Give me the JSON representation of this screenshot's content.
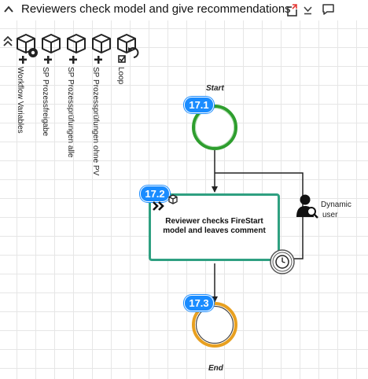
{
  "header": {
    "title": "Reviewers check model and give recommendations",
    "icons": [
      "chevron-up-icon",
      "open-external-icon",
      "chevron-down-icon",
      "comment-icon"
    ]
  },
  "toolbox": {
    "items": [
      {
        "label": "Workflow Variables",
        "icon": "package-gear-icon"
      },
      {
        "label": "SP Prozessfreigabe",
        "icon": "package-plus-icon"
      },
      {
        "label": "SP Prozessprüfungen alle",
        "icon": "package-plus-icon"
      },
      {
        "label": "SP Prozessprüfungen ohne PV",
        "icon": "package-plus-icon"
      },
      {
        "label": "Loop",
        "icon": "package-loop-icon"
      }
    ]
  },
  "diagram": {
    "start": {
      "number": "17.1",
      "label": "Start",
      "color": "#2e9e2e"
    },
    "task": {
      "number": "17.2",
      "text": "Reviewer checks FireStart model and leaves comment",
      "color": "#2fa081"
    },
    "end": {
      "number": "17.3",
      "label": "End",
      "color": "#e8a020"
    },
    "performer": {
      "line1": "Dynamic",
      "line2": "user"
    }
  }
}
